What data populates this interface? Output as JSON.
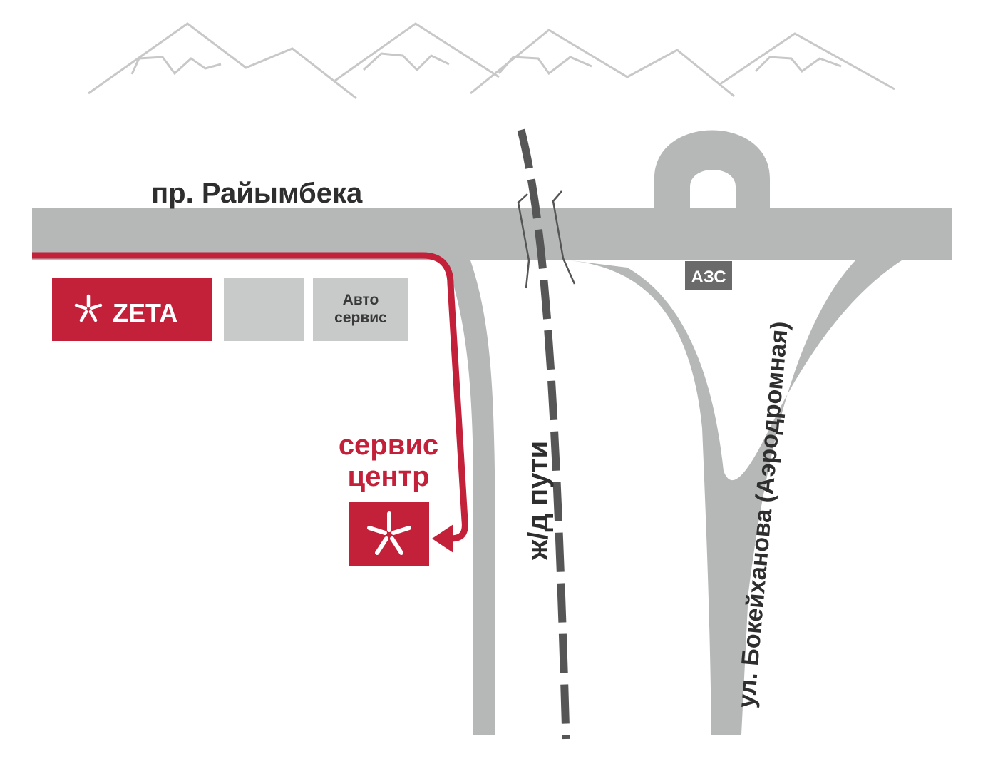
{
  "map": {
    "main_road_name": "пр. Райымбека",
    "railway_name": "ж/д пути",
    "side_street_name": "ул. Бокейханова (Аэродромная)",
    "gas_station_label": "АЗС",
    "brand_logo_text": "ZETA",
    "auto_service_label_line1": "Авто",
    "auto_service_label_line2": "сервис",
    "service_center_line1": "сервис",
    "service_center_line2": "центр"
  },
  "colors": {
    "road": "#b6b7b7",
    "route": "#c3203a",
    "brand": "#c3203a",
    "rail": "#565656",
    "building_gray": "#c8c9c9",
    "gas_station_bg": "#6a6a6a",
    "mountains": "#c8c8c8",
    "text": "#2e2e2e"
  },
  "icons": {
    "brand_icon": "asterisk-star-icon",
    "route_arrow": "arrow-head-icon"
  }
}
